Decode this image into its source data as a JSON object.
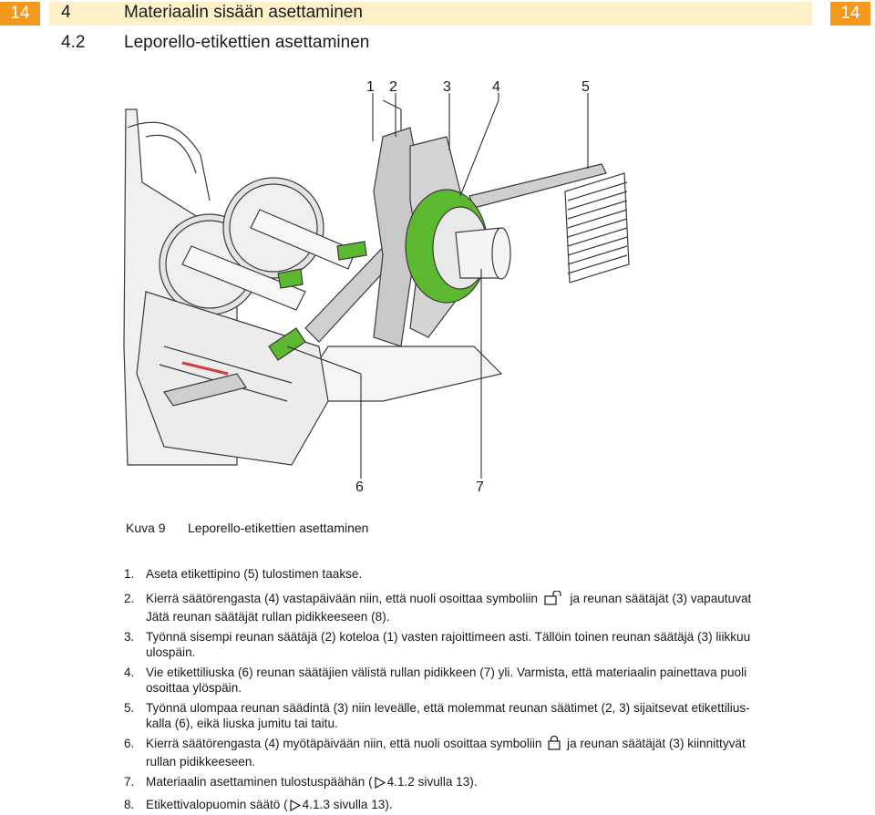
{
  "header": {
    "page_number_left": "14",
    "page_number_right": "14",
    "chapter_number": "4",
    "chapter_title": "Materiaalin sisään asettaminen",
    "section_number": "4.2",
    "section_title": "Leporello-etikettien asettaminen"
  },
  "figure": {
    "callouts": [
      "1",
      "2",
      "3",
      "4",
      "5",
      "6",
      "7"
    ],
    "caption_label": "Kuva 9",
    "caption_text": "Leporello-etikettien asettaminen",
    "colors": {
      "accent_green": "#5cb82e",
      "frame_gray": "#c9c9c9",
      "line": "#3a3a3a"
    }
  },
  "steps": [
    {
      "num": "1.",
      "lines": [
        "Aseta etikettipino (5) tulostimen taakse."
      ]
    },
    {
      "num": "2.",
      "before_symbol": "Kierrä säätörengasta (4) vastapäivään niin, että nuoli osoittaa symboliin",
      "symbol": "unlock-symbol",
      "after_symbol": "ja reunan säätäjät (3) vapautuvat",
      "lines": [
        "Jätä reunan säätäjät rullan pidikkeeseen (8)."
      ]
    },
    {
      "num": "3.",
      "lines": [
        "Työnnä sisempi reunan säätäjä (2) koteloa (1) vasten rajoittimeen asti. Tällöin toinen reunan säätäjä (3) liikkuu",
        "ulospäin."
      ]
    },
    {
      "num": "4.",
      "lines": [
        "Vie etikettiliuska (6) reunan säätäjien välistä rullan pidikkeen (7) yli. Varmista, että materiaalin painettava puoli",
        "osoittaa ylöspäin."
      ]
    },
    {
      "num": "5.",
      "lines": [
        "Työnnä ulompaa reunan säädintä (3) niin leveälle, että molemmat reunan säätimet (2, 3) sijaitsevat etikettilius-",
        "kalla (6), eikä liuska jumitu tai taitu."
      ]
    },
    {
      "num": "6.",
      "before_symbol": "Kierrä säätörengasta (4) myötäpäivään niin, että nuoli osoittaa symboliin",
      "symbol": "lock-symbol",
      "after_symbol": "ja reunan säätäjät (3) kiinnittyvät",
      "lines": [
        "rullan pidikkeeseen."
      ]
    },
    {
      "num": "7.",
      "before_symbol": "Materiaalin asettaminen tulostuspäähän (",
      "symbol": "triangle-symbol",
      "after_symbol": "4.1.2 sivulla 13).",
      "lines": []
    },
    {
      "num": "8.",
      "before_symbol": "Etikettivalopuomin säätö (",
      "symbol": "triangle-symbol",
      "after_symbol": "4.1.3 sivulla 13).",
      "lines": []
    }
  ]
}
